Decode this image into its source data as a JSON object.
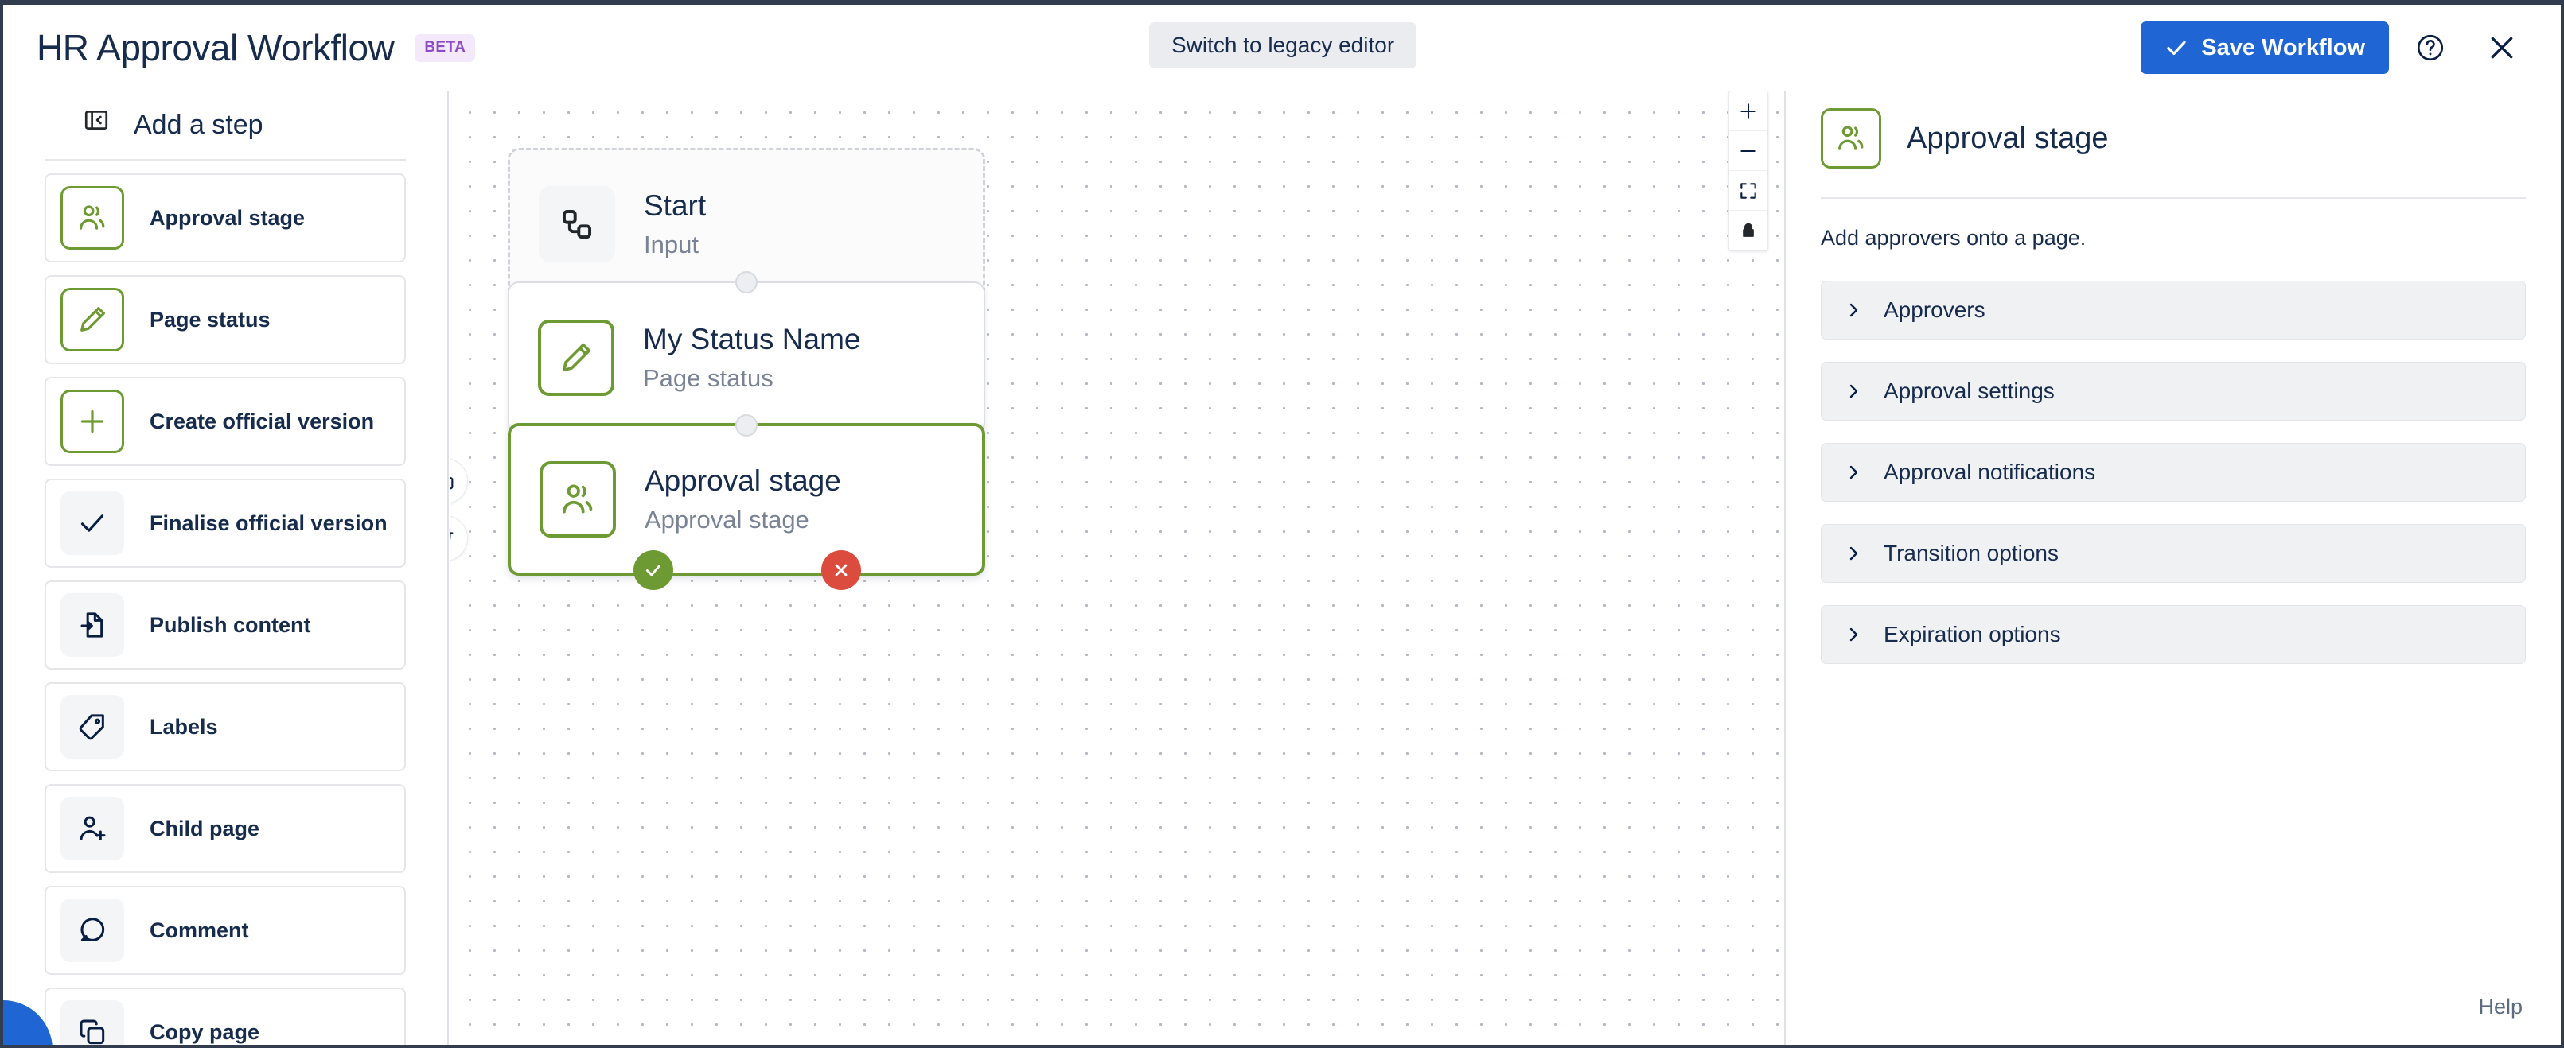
{
  "header": {
    "title": "HR Approval Workflow",
    "beta_badge": "BETA",
    "legacy_button": "Switch to legacy editor",
    "save_button": "Save Workflow",
    "help_icon": "help-circle-icon",
    "close_icon": "close-icon",
    "accent_blue": "#1f66d4",
    "beta_bg": "#f3e9fb",
    "beta_fg": "#8c4bc6"
  },
  "sidebar": {
    "title": "Add a step",
    "collapse_icon": "panel-collapse-icon",
    "items": [
      {
        "label": "Approval stage",
        "icon": "approval-stage-icon",
        "style": "green"
      },
      {
        "label": "Page status",
        "icon": "pencil-icon",
        "style": "green"
      },
      {
        "label": "Create official version",
        "icon": "plus-icon",
        "style": "green"
      },
      {
        "label": "Finalise official version",
        "icon": "check-icon",
        "style": "grey"
      },
      {
        "label": "Publish content",
        "icon": "publish-document-icon",
        "style": "grey"
      },
      {
        "label": "Labels",
        "icon": "tag-icon",
        "style": "grey"
      },
      {
        "label": "Child page",
        "icon": "person-add-icon",
        "style": "grey"
      },
      {
        "label": "Comment",
        "icon": "comment-bubble-icon",
        "style": "grey"
      },
      {
        "label": "Copy page",
        "icon": "copy-page-icon",
        "style": "grey"
      }
    ]
  },
  "canvas": {
    "zoom_controls": [
      {
        "name": "zoom-in-button",
        "icon": "plus-icon"
      },
      {
        "name": "zoom-out-button",
        "icon": "minus-icon"
      },
      {
        "name": "fit-to-screen-button",
        "icon": "fit-screen-icon"
      },
      {
        "name": "lock-canvas-button",
        "icon": "lock-icon"
      }
    ],
    "nodes": [
      {
        "title": "Start",
        "subtitle": "Input",
        "icon": "start-node-icon",
        "state": "placeholder"
      },
      {
        "title": "My Status Name",
        "subtitle": "Page status",
        "icon": "pencil-icon",
        "state": "default"
      },
      {
        "title": "Approval stage",
        "subtitle": "Approval stage",
        "icon": "approval-stage-icon",
        "state": "selected"
      }
    ],
    "node_tools": [
      {
        "name": "duplicate-node-button",
        "icon": "copy-icon"
      },
      {
        "name": "delete-node-button",
        "icon": "trash-icon"
      }
    ],
    "outcomes": [
      {
        "name": "approve-outcome-badge",
        "icon": "check-icon",
        "color": "#6d9a32"
      },
      {
        "name": "reject-outcome-badge",
        "icon": "close-icon",
        "color": "#db4b3e"
      }
    ]
  },
  "panel": {
    "title": "Approval stage",
    "icon": "approval-stage-icon",
    "description": "Add approvers onto a page.",
    "sections": [
      {
        "label": "Approvers"
      },
      {
        "label": "Approval settings"
      },
      {
        "label": "Approval notifications"
      },
      {
        "label": "Transition options"
      },
      {
        "label": "Expiration options"
      }
    ],
    "help_link": "Help"
  }
}
